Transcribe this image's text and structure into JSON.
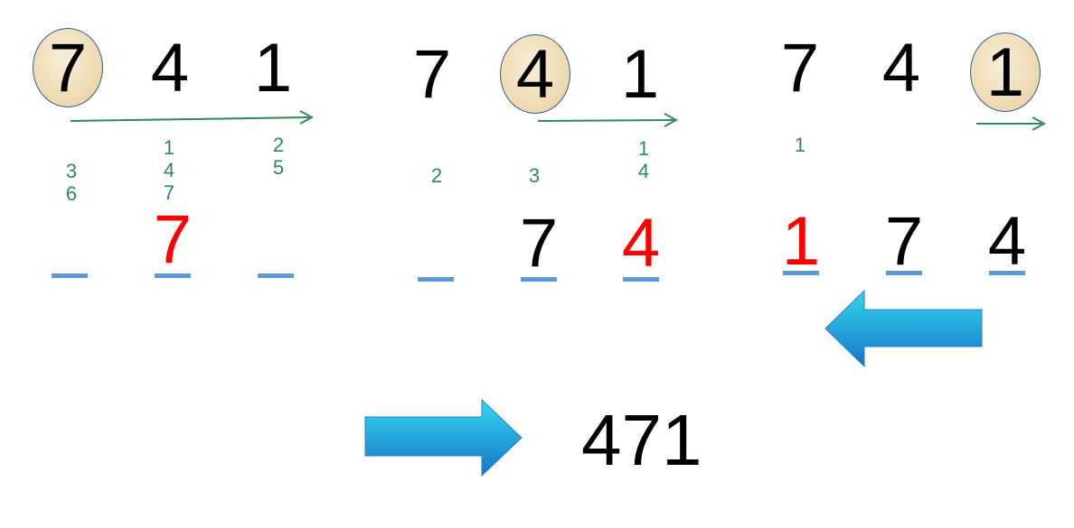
{
  "colors": {
    "digit": "#000000",
    "highlight": "#ff0000",
    "note": "#2e8b57",
    "arrow_line": "#2e8b57",
    "blank": "#5b9bd5",
    "circle_fill": "#efdcb4",
    "circle_border": "#2f5f8f",
    "block_arrow_light": "#35d6ef",
    "block_arrow_dark": "#1476c8"
  },
  "steps": [
    {
      "digits": [
        "7",
        "4",
        "1"
      ],
      "circled_index": 0,
      "notes": [
        [
          "3",
          "6"
        ],
        [
          "1",
          "4",
          "7"
        ],
        [
          "2",
          "5"
        ]
      ],
      "answer": [
        {
          "text": "",
          "highlight": false
        },
        {
          "text": "7",
          "highlight": true
        },
        {
          "text": "",
          "highlight": false
        }
      ]
    },
    {
      "digits": [
        "7",
        "4",
        "1"
      ],
      "circled_index": 1,
      "notes": [
        [
          "2"
        ],
        [
          "3"
        ],
        [
          "1",
          "4"
        ]
      ],
      "answer": [
        {
          "text": "",
          "highlight": false
        },
        {
          "text": "7",
          "highlight": false
        },
        {
          "text": "4",
          "highlight": true
        }
      ]
    },
    {
      "digits": [
        "7",
        "4",
        "1"
      ],
      "circled_index": 2,
      "notes": [
        [
          "1"
        ],
        [],
        []
      ],
      "answer": [
        {
          "text": "1",
          "highlight": true
        },
        {
          "text": "7",
          "highlight": false
        },
        {
          "text": "4",
          "highlight": false
        }
      ]
    }
  ],
  "result": "471",
  "icons": {
    "reverse_arrow": "block-arrow-left-icon",
    "result_arrow": "block-arrow-right-icon",
    "scan_arrow": "thin-arrow-right-icon"
  }
}
